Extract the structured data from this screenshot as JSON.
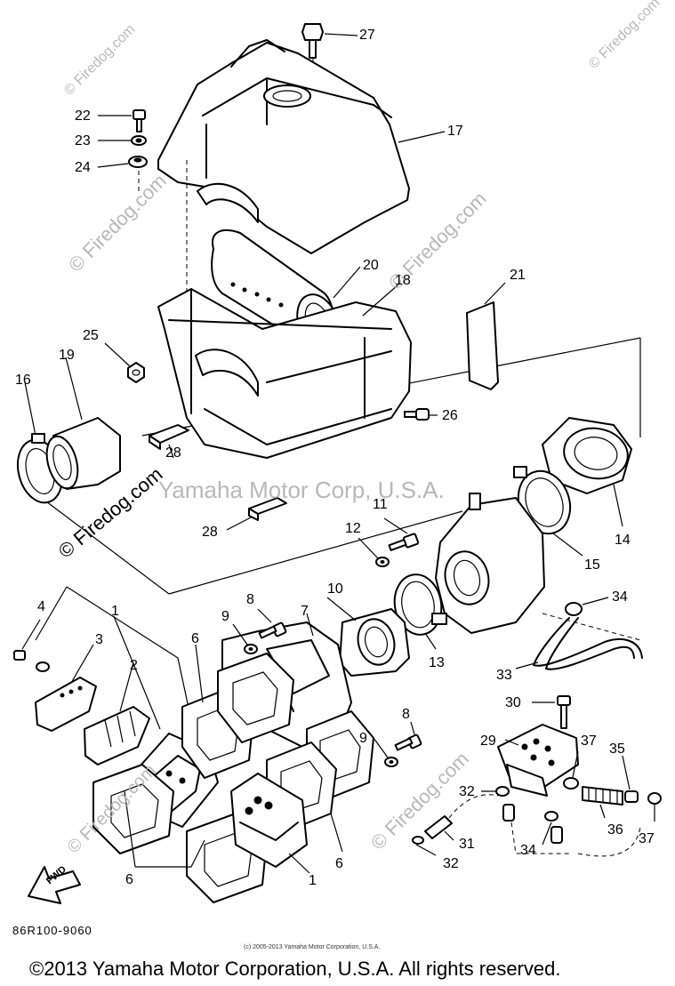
{
  "diagram": {
    "code": "86R100-9060",
    "small_copyright": "(c) 2005-2013 Yamaha Motor Corporation, U.S.A.",
    "footer_copyright": "©2013 Yamaha Motor Corporation, U.S.A. All rights reserved.",
    "watermark_center": "Yamaha Motor Corp, U.S.A.",
    "watermark_site": "© Firedog.com",
    "fwd_label": "FWD",
    "ink_color": "#000000",
    "watermark_color": "#b8b8b8"
  },
  "callouts": [
    {
      "id": "c27",
      "text": "27"
    },
    {
      "id": "c22",
      "text": "22"
    },
    {
      "id": "c23",
      "text": "23"
    },
    {
      "id": "c24",
      "text": "24"
    },
    {
      "id": "c17",
      "text": "17"
    },
    {
      "id": "c20",
      "text": "20"
    },
    {
      "id": "c18",
      "text": "18"
    },
    {
      "id": "c21",
      "text": "21"
    },
    {
      "id": "c25",
      "text": "25"
    },
    {
      "id": "c16",
      "text": "16"
    },
    {
      "id": "c19",
      "text": "19"
    },
    {
      "id": "c26",
      "text": "26"
    },
    {
      "id": "c28a",
      "text": "28"
    },
    {
      "id": "c28b",
      "text": "28"
    },
    {
      "id": "c11",
      "text": "11"
    },
    {
      "id": "c12",
      "text": "12"
    },
    {
      "id": "c14",
      "text": "14"
    },
    {
      "id": "c15",
      "text": "15"
    },
    {
      "id": "c10",
      "text": "10"
    },
    {
      "id": "c13",
      "text": "13"
    },
    {
      "id": "c34a",
      "text": "34"
    },
    {
      "id": "c33",
      "text": "33"
    },
    {
      "id": "c4",
      "text": "4"
    },
    {
      "id": "c1a",
      "text": "1"
    },
    {
      "id": "c3",
      "text": "3"
    },
    {
      "id": "c2",
      "text": "2"
    },
    {
      "id": "c8a",
      "text": "8"
    },
    {
      "id": "c9a",
      "text": "9"
    },
    {
      "id": "c7",
      "text": "7"
    },
    {
      "id": "c6a",
      "text": "6"
    },
    {
      "id": "c30",
      "text": "30"
    },
    {
      "id": "c29",
      "text": "29"
    },
    {
      "id": "c37a",
      "text": "37"
    },
    {
      "id": "c35",
      "text": "35"
    },
    {
      "id": "c8b",
      "text": "8"
    },
    {
      "id": "c9b",
      "text": "9"
    },
    {
      "id": "c32a",
      "text": "32"
    },
    {
      "id": "c36",
      "text": "36"
    },
    {
      "id": "c37b",
      "text": "37"
    },
    {
      "id": "c31",
      "text": "31"
    },
    {
      "id": "c34b",
      "text": "34"
    },
    {
      "id": "c32b",
      "text": "32"
    },
    {
      "id": "c6b",
      "text": "6"
    },
    {
      "id": "c6c",
      "text": "6"
    },
    {
      "id": "c1b",
      "text": "1"
    }
  ]
}
